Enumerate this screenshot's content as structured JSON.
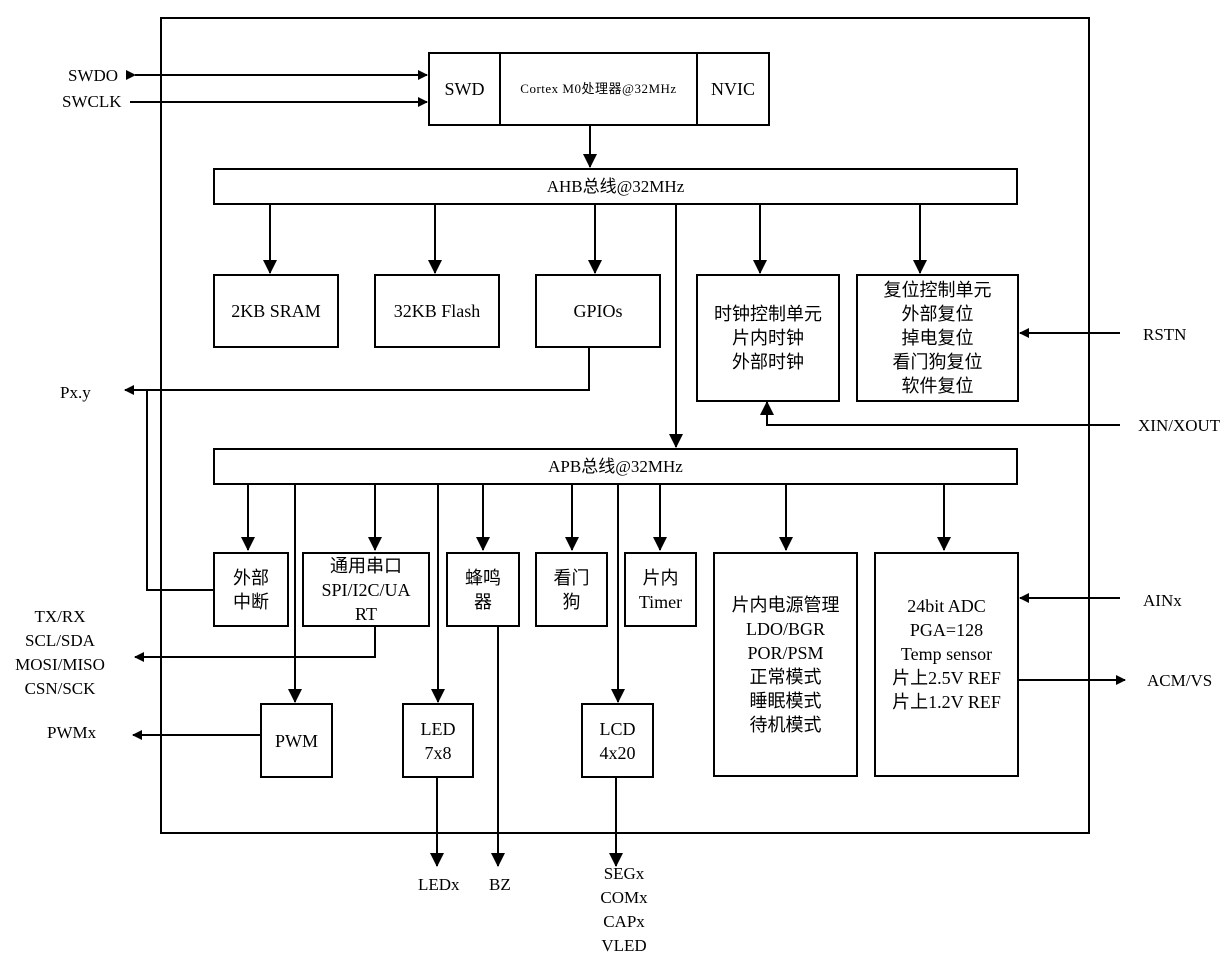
{
  "blocks": {
    "swd": "SWD",
    "cpu": "Cortex M0处理器@32MHz",
    "nvic": "NVIC",
    "ahb": "AHB总线@32MHz",
    "sram": "2KB SRAM",
    "flash": "32KB Flash",
    "gpio": "GPIOs",
    "clock": [
      "时钟控制单元",
      "片内时钟",
      "外部时钟"
    ],
    "reset": [
      "复位控制单元",
      "外部复位",
      "掉电复位",
      "看门狗复位",
      "软件复位"
    ],
    "apb": "APB总线@32MHz",
    "ext_int": [
      "外部",
      "中断"
    ],
    "uart": [
      "通用串口",
      "SPI/I2C/UA",
      "RT"
    ],
    "buzzer": [
      "蜂鸣",
      "器"
    ],
    "watchdog": [
      "看门",
      "狗"
    ],
    "timer": [
      "片内",
      "Timer"
    ],
    "power": [
      "片内电源管理",
      "LDO/BGR",
      "POR/PSM",
      "正常模式",
      "睡眠模式",
      "待机模式"
    ],
    "adc": [
      "24bit ADC",
      "PGA=128",
      "Temp sensor",
      "片上2.5V REF",
      "片上1.2V REF"
    ],
    "pwm": "PWM",
    "led": [
      "LED",
      "7x8"
    ],
    "lcd": [
      "LCD",
      "4x20"
    ]
  },
  "signals": {
    "swdo": "SWDO",
    "swclk": "SWCLK",
    "pxy": "Px.y",
    "rstn": "RSTN",
    "xin_xout": "XIN/XOUT",
    "serial": [
      "TX/RX",
      "SCL/SDA",
      "MOSI/MISO",
      "CSN/SCK"
    ],
    "ainx": "AINx",
    "pwmx": "PWMx",
    "acm_vs": "ACM/VS",
    "ledx": "LEDx",
    "bz": "BZ",
    "lcd_pins": [
      "SEGx",
      "COMx",
      "CAPx",
      "VLED"
    ]
  }
}
